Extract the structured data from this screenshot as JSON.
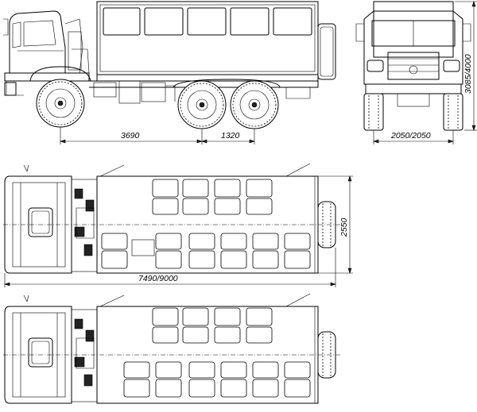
{
  "dimensions": {
    "wheelbase_front": "3690",
    "wheelbase_rear": "1320",
    "track_width": "2050/2050",
    "height": "3085/4000",
    "body_width": "2550",
    "overall_length": "7490/9000"
  }
}
